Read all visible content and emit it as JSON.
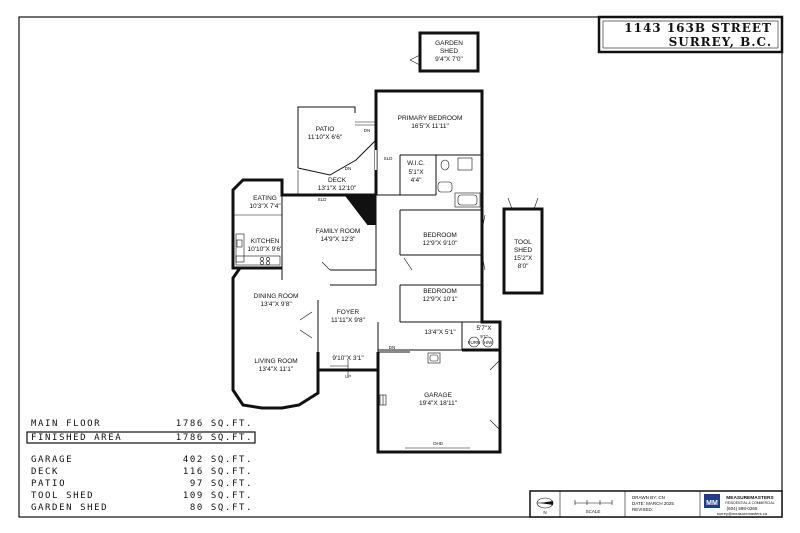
{
  "address": {
    "line1": "1143 163B STREET",
    "line2": "SURREY, B.C."
  },
  "rooms": {
    "garden_shed": {
      "name_line1": "GARDEN",
      "name_line2": "SHED",
      "dims": "9'4\"X 7'0\""
    },
    "patio": {
      "name": "PATIO",
      "dims": "11'10\"X 6'6\""
    },
    "deck": {
      "name": "DECK",
      "dims": "13'1\"X 12'10\""
    },
    "primary_bedroom": {
      "name": "PRIMARY BEDROOM",
      "dims": "16'5\"X 11'11\""
    },
    "wic": {
      "name": "W.I.C.",
      "dims_line1": "5'1\"X",
      "dims_line2": "4'4\""
    },
    "eating": {
      "name": "EATING",
      "dims": "10'3\"X 7'4\""
    },
    "kitchen": {
      "name": "KITCHEN",
      "dims": "10'10\"X 9'6\""
    },
    "family_room": {
      "name": "FAMILY ROOM",
      "dims": "14'9\"X 12'3\""
    },
    "bedroom_2": {
      "name": "BEDROOM",
      "dims": "12'9\"X 9'10\""
    },
    "bedroom_3": {
      "name": "BEDROOM",
      "dims": "12'9\"X 10'1\""
    },
    "tool_shed": {
      "name_line1": "TOOL",
      "name_line2": "SHED",
      "dims_line1": "15'2\"X",
      "dims_line2": "8'0\""
    },
    "dining_room": {
      "name": "DINING ROOM",
      "dims": "13'4\"X 9'8\""
    },
    "foyer": {
      "name": "FOYER",
      "dims": "11'11\"X 9'8\""
    },
    "laundry": {
      "dims": "13'4\"X 5'1\""
    },
    "furnace_room": {
      "dims_line1": "5'7\"X",
      "dims_line2": "9'1\"",
      "furn": "FURN",
      "hw": "H/W"
    },
    "living_room": {
      "name": "LIVING ROOM",
      "dims": "13'4\"X 11'1\""
    },
    "entry": {
      "dims": "9'10\"X 3'1\""
    },
    "garage": {
      "name": "GARAGE",
      "dims": "19'4\"X 18'11\"",
      "door": "OHD"
    }
  },
  "annotations": {
    "dn_patio": "DN",
    "dn_deck": "DN",
    "sld_deck": "SLD",
    "sld_bedroom": "SLD",
    "dn_garage": "DN",
    "up_entry": "UP"
  },
  "areas": [
    {
      "label": "MAIN FLOOR",
      "value": "1786 SQ.FT.",
      "boxed": false
    },
    {
      "label": "FINISHED AREA",
      "value": "1786 SQ.FT.",
      "boxed": true
    },
    {
      "label": "GARAGE",
      "value": "402 SQ.FT.",
      "boxed": false
    },
    {
      "label": "DECK",
      "value": "116 SQ.FT.",
      "boxed": false
    },
    {
      "label": "PATIO",
      "value": "97 SQ.FT.",
      "boxed": false
    },
    {
      "label": "TOOL SHED",
      "value": "109 SQ.FT.",
      "boxed": false
    },
    {
      "label": "GARDEN SHED",
      "value": "80 SQ.FT.",
      "boxed": false
    }
  ],
  "title_block": {
    "north": "N",
    "scale": "SCALE",
    "drawn_by": "DRAWN BY: CN",
    "date": "DATE: MARCH 2025",
    "revised": "REVISED:",
    "company": "MEASUREMASTERS",
    "company_sub": "RESIDENTIAL & COMMERCIAL",
    "phone": "(604) 598-0265",
    "email": "surrey@measuremasters.ca",
    "logo": "MM"
  }
}
